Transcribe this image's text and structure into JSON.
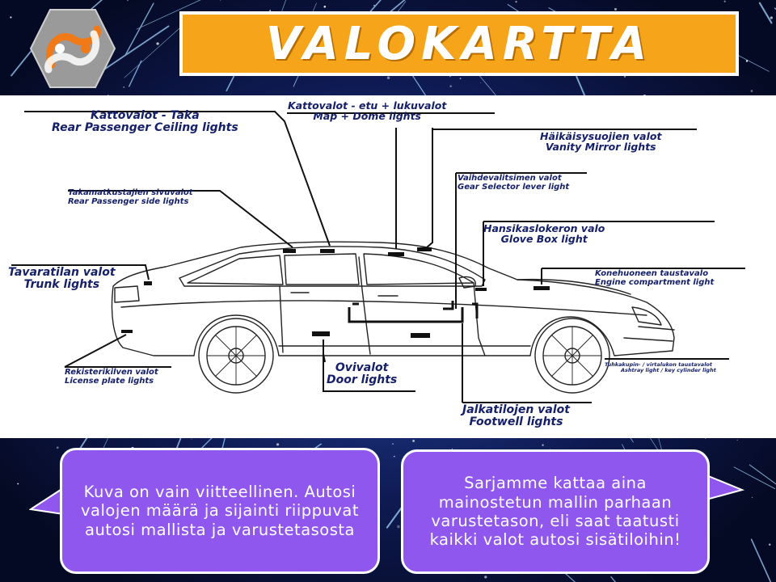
{
  "title": "VALOKARTTA",
  "logo": {
    "icon": "yin-yang-logo-icon",
    "bg": "#9a9a9a",
    "accent": "#f07a17"
  },
  "colors": {
    "banner": "#f6a51a",
    "label": "#15206a",
    "bubble": "#8f57ee"
  },
  "labels": {
    "rear_ceiling": {
      "fi": "Kattovalot - Taka",
      "en": "Rear Passenger Ceiling lights"
    },
    "map_dome": {
      "fi": "Kattovalot - etu + lukuvalot",
      "en": "Map + Dome lights"
    },
    "vanity": {
      "fi": "Häikäisysuojien valot",
      "en": "Vanity Mirror lights"
    },
    "rear_side": {
      "fi": "Takamatkustajien sivuvalot",
      "en": "Rear Passenger side lights"
    },
    "gear": {
      "fi": "Vaihdevalitsimen valot",
      "en": "Gear Selector lever light"
    },
    "glove": {
      "fi": "Hansikaslokeron valo",
      "en": "Glove Box light"
    },
    "trunk": {
      "fi": "Tavaratilan valot",
      "en": "Trunk lights"
    },
    "engine": {
      "fi": "Konehuoneen taustavalo",
      "en": "Engine compartment light"
    },
    "license": {
      "fi": "Rekisterikilven valot",
      "en": "License plate lights"
    },
    "door": {
      "fi": "Ovivalot",
      "en": "Door lights"
    },
    "ashtray": {
      "fi": "Tuhkakupin- / virtalukon taustavalot",
      "en": "Ashtray light / key cylinder light"
    },
    "footwell": {
      "fi": "Jalkatilojen valot",
      "en": "Footwell lights"
    }
  },
  "notes": {
    "left": "Kuva on vain viitteellinen. Autosi valojen määrä ja sijainti riippuvat autosi mallista ja varustetasosta",
    "right": "Sarjamme kattaa aina mainostetun mallin parhaan varustetason, eli saat taatusti kaikki valot autosi sisätiloihin!"
  }
}
